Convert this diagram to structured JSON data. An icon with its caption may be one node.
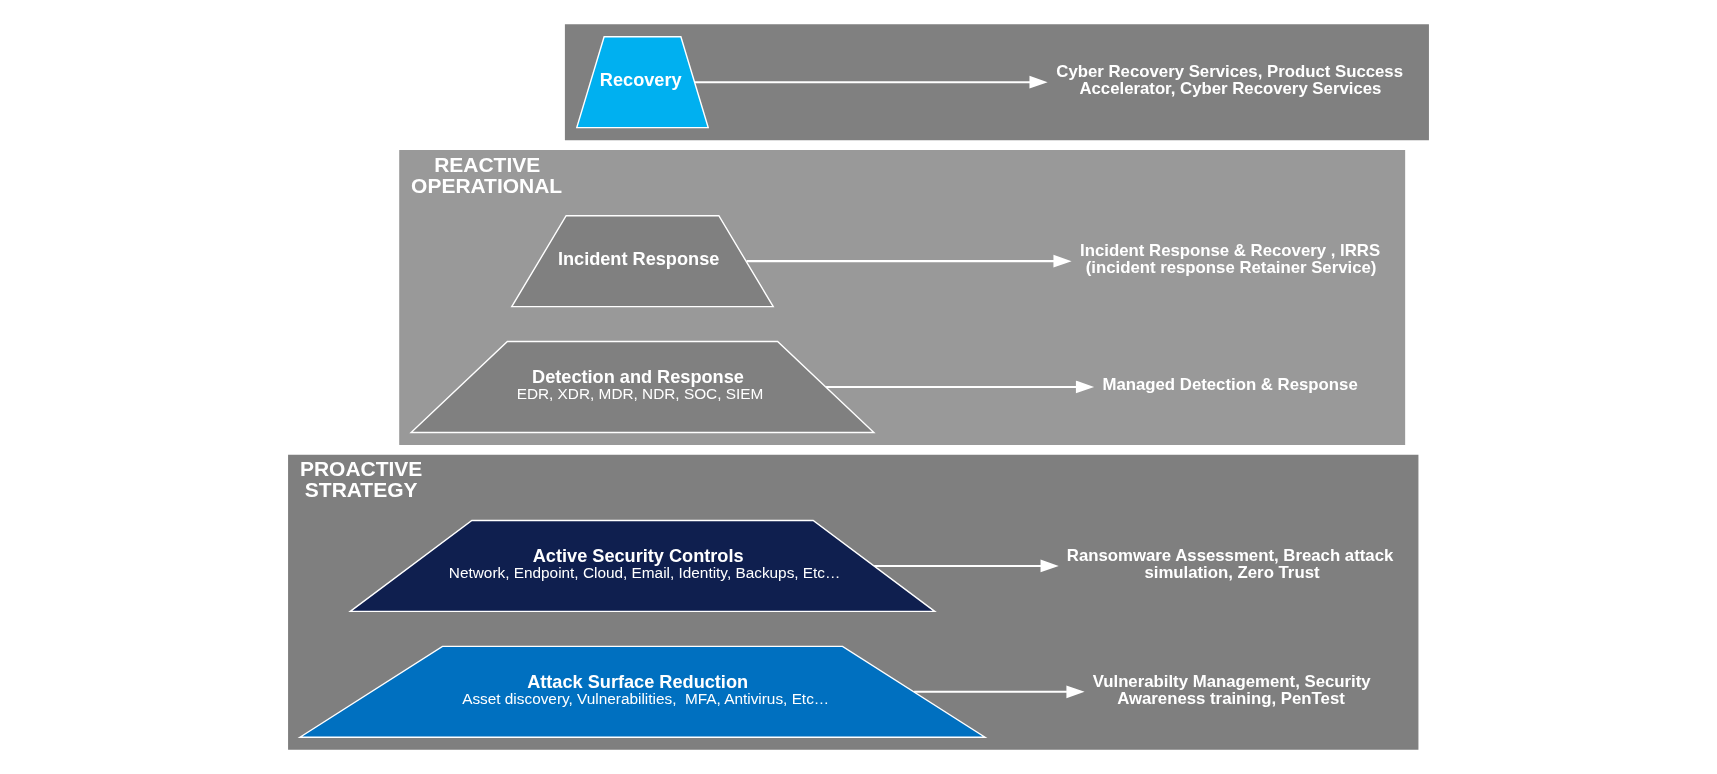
{
  "diagram": {
    "nodes": [
      {
        "text": [],
        "shape": "band"
      },
      {
        "text": [
          "Recovery"
        ],
        "in": 0
      },
      {
        "text": [
          "Cyber Recovery Services, Product Success Accelerator, Cyber Recovery Services"
        ],
        "in": 0
      },
      {
        "text": [
          "REACTIVE OPERATIONAL"
        ]
      },
      {
        "text": [
          "Incident Response"
        ],
        "in": 3
      },
      {
        "text": [
          "Incident Response & Recovery , IRRS (incident response Retainer Service)"
        ],
        "in": 3
      },
      {
        "text": [
          "Detection and Response",
          "EDR, XDR, MDR, NDR, SOC, SIEM"
        ],
        "in": 3
      },
      {
        "text": [
          "Managed Detection & Response"
        ],
        "in": 3
      },
      {
        "text": [
          "PROACTIVE STRATEGY"
        ]
      },
      {
        "text": [
          "Active Security Controls",
          "Network, Endpoint, Cloud, Email, Identity, Backups, Etc…"
        ],
        "in": 8
      },
      {
        "text": [
          "Ransomware Assessment, Breach attack simulation, Zero Trust"
        ],
        "in": 8
      },
      {
        "text": [
          "Attack Surface Reduction",
          "Asset discovery, Vulnerabilities,  MFA, Antivirus, Etc…"
        ],
        "in": 8
      },
      {
        "text": [
          "Vulnerabilty Management, Security Awareness training, PenTest"
        ],
        "in": 8
      }
    ],
    "edges": [
      {
        "from": 1,
        "to": 2,
        "arrow": "to"
      },
      {
        "from": 4,
        "to": 5,
        "arrow": "to"
      },
      {
        "from": 6,
        "to": 7,
        "arrow": "to"
      },
      {
        "from": 9,
        "to": 10,
        "arrow": "to"
      },
      {
        "from": 11,
        "to": 12,
        "arrow": "to"
      }
    ]
  }
}
